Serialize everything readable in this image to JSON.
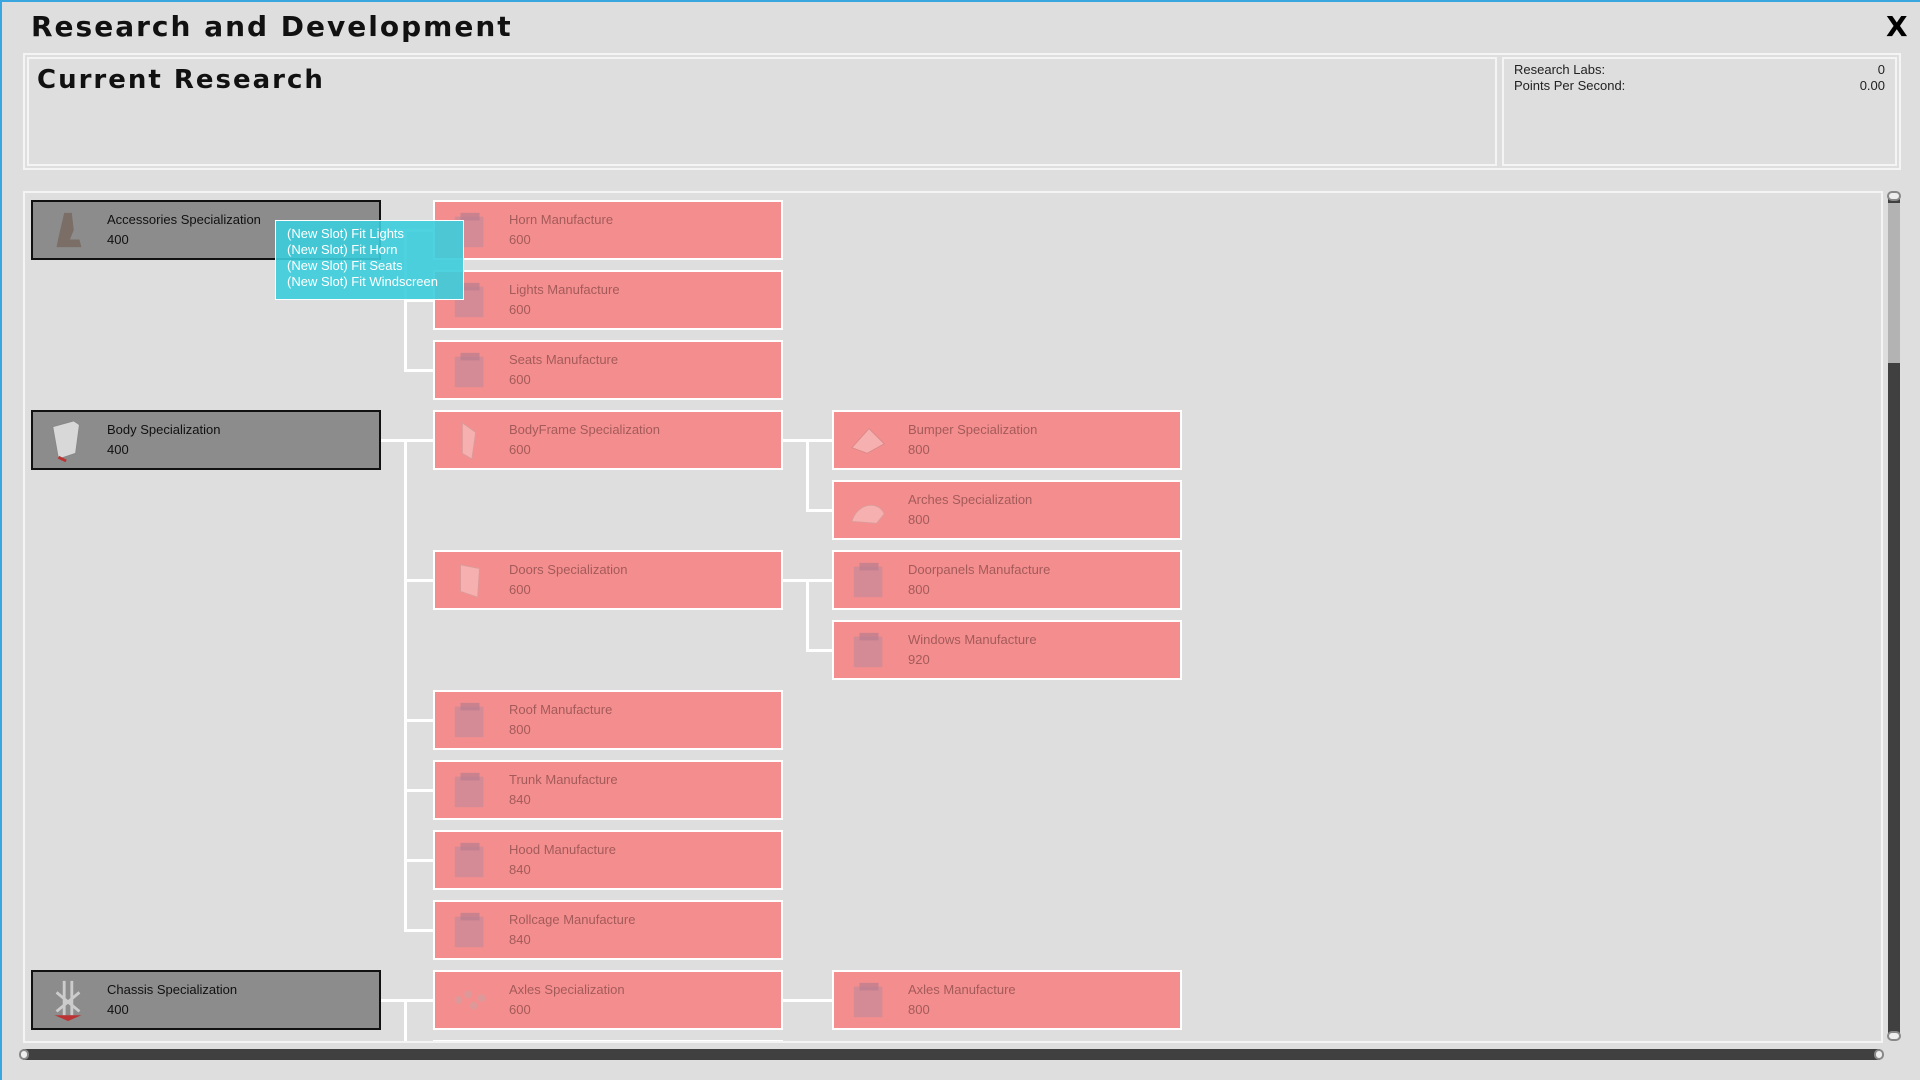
{
  "window": {
    "title": "Research and Development",
    "close_label": "X"
  },
  "current_research": {
    "title": "Current Research"
  },
  "stats": [
    {
      "label": "Research Labs:",
      "value": "0"
    },
    {
      "label": "Points Per Second:",
      "value": "0.00"
    }
  ],
  "tooltip": {
    "lines": [
      "(New Slot) Fit Lights",
      "(New Slot) Fit Horn",
      "(New Slot) Fit Seats",
      "(New Slot) Fit Windscreen"
    ]
  },
  "colors": {
    "researched": "#8c8c8c",
    "locked": "#f48e8e",
    "tooltip": "#3ccddc"
  },
  "nodes": [
    {
      "id": "accessories",
      "label": "Accessories Specialization",
      "cost": "400",
      "col": 0,
      "row": 0,
      "state": "gray",
      "icon": "seat-icon"
    },
    {
      "id": "horn",
      "label": "Horn Manufacture",
      "cost": "600",
      "col": 1,
      "row": 0,
      "state": "red",
      "icon": "factory-icon",
      "parent": "accessories"
    },
    {
      "id": "lights",
      "label": "Lights Manufacture",
      "cost": "600",
      "col": 1,
      "row": 1,
      "state": "red",
      "icon": "factory-icon",
      "parent": "accessories"
    },
    {
      "id": "seats",
      "label": "Seats Manufacture",
      "cost": "600",
      "col": 1,
      "row": 2,
      "state": "red",
      "icon": "factory-icon",
      "parent": "accessories"
    },
    {
      "id": "body",
      "label": "Body Specialization",
      "cost": "400",
      "col": 0,
      "row": 3,
      "state": "gray",
      "icon": "body-panel-icon"
    },
    {
      "id": "bodyframe",
      "label": "BodyFrame Specialization",
      "cost": "600",
      "col": 1,
      "row": 3,
      "state": "red",
      "icon": "frame-icon",
      "parent": "body"
    },
    {
      "id": "bumper",
      "label": "Bumper Specialization",
      "cost": "800",
      "col": 2,
      "row": 3,
      "state": "red",
      "icon": "bumper-icon",
      "parent": "bodyframe"
    },
    {
      "id": "arches",
      "label": "Arches Specialization",
      "cost": "800",
      "col": 2,
      "row": 4,
      "state": "red",
      "icon": "arch-icon",
      "parent": "bodyframe"
    },
    {
      "id": "doors",
      "label": "Doors Specialization",
      "cost": "600",
      "col": 1,
      "row": 5,
      "state": "red",
      "icon": "door-icon",
      "parent": "body"
    },
    {
      "id": "doorpanels",
      "label": "Doorpanels Manufacture",
      "cost": "800",
      "col": 2,
      "row": 5,
      "state": "red",
      "icon": "factory-icon",
      "parent": "doors"
    },
    {
      "id": "windows",
      "label": "Windows Manufacture",
      "cost": "920",
      "col": 2,
      "row": 6,
      "state": "red",
      "icon": "factory-icon",
      "parent": "doors"
    },
    {
      "id": "roof",
      "label": "Roof Manufacture",
      "cost": "800",
      "col": 1,
      "row": 7,
      "state": "red",
      "icon": "factory-icon",
      "parent": "body"
    },
    {
      "id": "trunk",
      "label": "Trunk Manufacture",
      "cost": "840",
      "col": 1,
      "row": 8,
      "state": "red",
      "icon": "factory-icon",
      "parent": "body"
    },
    {
      "id": "hood",
      "label": "Hood Manufacture",
      "cost": "840",
      "col": 1,
      "row": 9,
      "state": "red",
      "icon": "factory-icon",
      "parent": "body"
    },
    {
      "id": "rollcage",
      "label": "Rollcage Manufacture",
      "cost": "840",
      "col": 1,
      "row": 10,
      "state": "red",
      "icon": "factory-icon",
      "parent": "body"
    },
    {
      "id": "chassis",
      "label": "Chassis Specialization",
      "cost": "400",
      "col": 0,
      "row": 11,
      "state": "gray",
      "icon": "chassis-icon"
    },
    {
      "id": "axles",
      "label": "Axles Specialization",
      "cost": "600",
      "col": 1,
      "row": 11,
      "state": "red",
      "icon": "axle-icon",
      "parent": "chassis"
    },
    {
      "id": "axlesman",
      "label": "Axles Manufacture",
      "cost": "800",
      "col": 2,
      "row": 11,
      "state": "red",
      "icon": "factory-icon",
      "parent": "axles"
    }
  ]
}
